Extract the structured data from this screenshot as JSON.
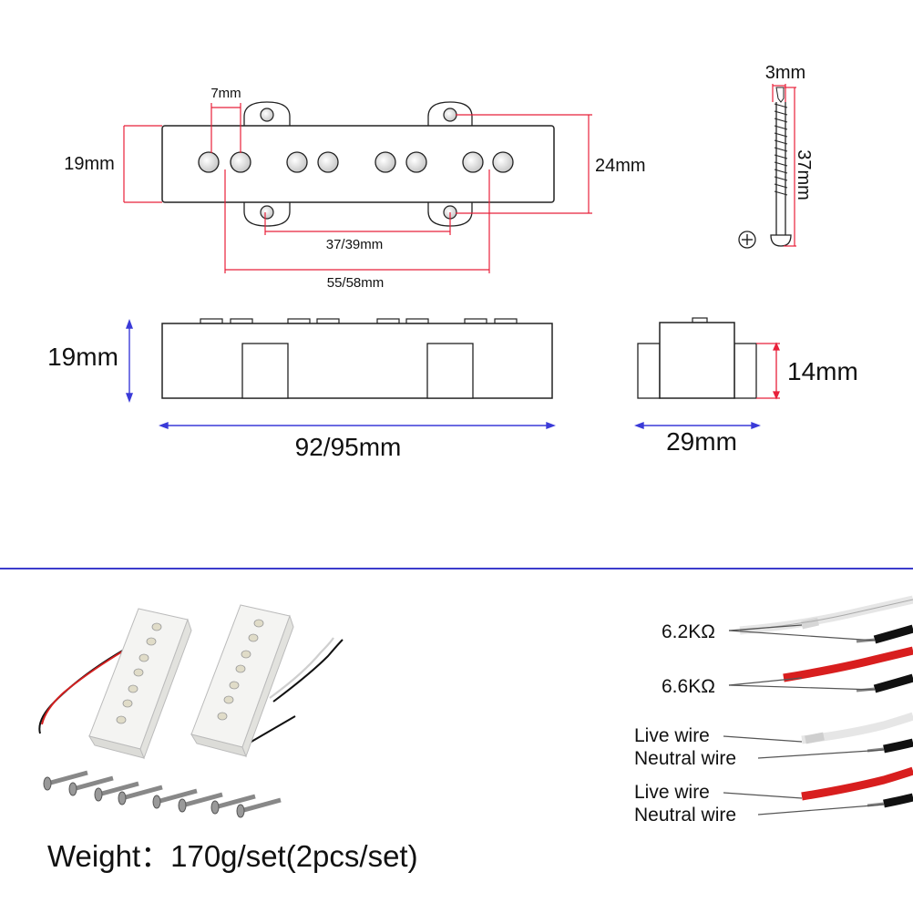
{
  "top_view": {
    "pole_spacing": "7mm",
    "width": "19mm",
    "mount_height": "24mm",
    "screw_spacing": "37/39mm",
    "outer_pole_span": "55/58mm"
  },
  "screw": {
    "diameter": "3mm",
    "length": "37mm"
  },
  "side_view": {
    "height": "19mm",
    "length": "92/95mm"
  },
  "end_view": {
    "height": "14mm",
    "width": "29mm"
  },
  "wiring": {
    "resistance_1": "6.2KΩ",
    "resistance_2": "6.6KΩ",
    "live_wire_1": "Live wire",
    "neutral_wire_1": "Neutral wire",
    "live_wire_2": "Live wire",
    "neutral_wire_2": "Neutral wire"
  },
  "weight_text": "Weight：170g/set(2pcs/set)",
  "colors": {
    "dim_red": "#e8203a",
    "dim_blue": "#3a3ad8",
    "divider": "#3c3ccc"
  }
}
